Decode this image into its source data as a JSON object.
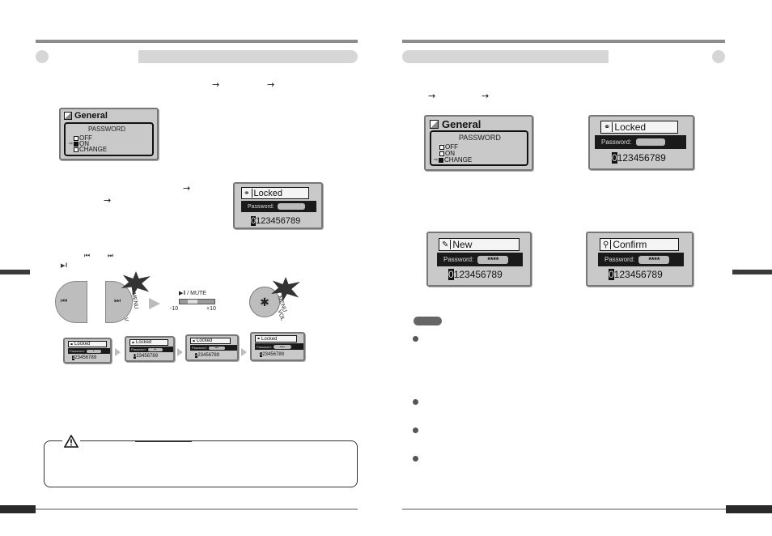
{
  "left": {
    "arrows": [
      "→",
      "→"
    ],
    "screen_general": {
      "title": "General",
      "subtitle": "PASSWORD",
      "options": [
        "OFF",
        "ON",
        "CHANGE"
      ]
    },
    "screen_locked": {
      "title": "Locked",
      "pw_label": "Password:",
      "digits_first": "0",
      "digits_rest": "123456789"
    },
    "nav_buttons": {
      "prev": "⏮",
      "next": "⏭",
      "play": "▶‖"
    },
    "dial": {
      "menu_left": "MENU",
      "menu_right": "MENU",
      "vol": "VOL",
      "arrow_v": "V",
      "mute_label": "▶‖ / MUTE",
      "minus": "-10",
      "plus": "+10"
    },
    "strip": [
      {
        "title": "Locked",
        "pw_label": "Password:",
        "pw": "*",
        "first": "1",
        "rest": "23456789"
      },
      {
        "title": "Locked",
        "pw_label": "Password:",
        "pw": "**",
        "first": "0",
        "rest": "23456789"
      },
      {
        "title": "Locked",
        "pw_label": "Password:",
        "pw": "***",
        "first": "2",
        "rest": "23456789"
      },
      {
        "title": "Locked",
        "pw_label": "Password:",
        "pw": "****",
        "first": "1",
        "rest": "23456789"
      }
    ]
  },
  "right": {
    "arrows": [
      "→",
      "→"
    ],
    "screen_general": {
      "title": "General",
      "subtitle": "PASSWORD",
      "options": [
        "OFF",
        "ON",
        "CHANGE"
      ]
    },
    "screen_locked": {
      "title": "Locked",
      "pw_label": "Password:",
      "digits_first": "0",
      "digits_rest": "123456789"
    },
    "screen_new": {
      "title": "New",
      "pw_label": "Password:",
      "pw": "****",
      "digits_first": "0",
      "digits_rest": "123456789"
    },
    "screen_confirm": {
      "title": "Confirm",
      "pw_label": "Password:",
      "pw": "****",
      "digits_first": "0",
      "digits_rest": "123456789"
    }
  },
  "colors": {
    "rule": "#8c8c8c",
    "pill": "#d6d6d6",
    "lcd_bg": "#c9c9c9",
    "dark": "#1a1a1a"
  }
}
